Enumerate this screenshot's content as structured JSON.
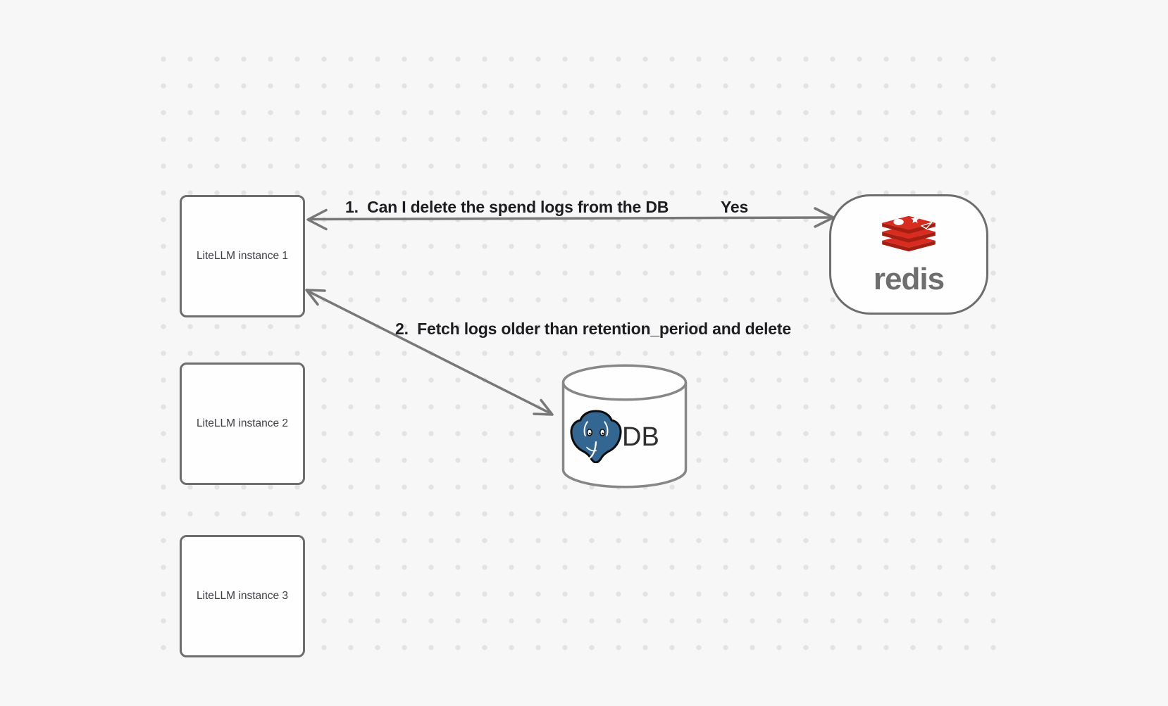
{
  "diagram": {
    "instances": [
      {
        "label": "LiteLLM instance 1"
      },
      {
        "label": "LiteLLM instance 2"
      },
      {
        "label": "LiteLLM instance 3"
      }
    ],
    "redis": {
      "wordmark": "redis"
    },
    "db": {
      "label": "DB"
    },
    "edges": {
      "redis_edge": {
        "label": "1.  Can I delete the spend logs from the DB",
        "answer": "Yes"
      },
      "db_edge": {
        "label": "2.  Fetch logs older than retention_period and delete"
      }
    }
  },
  "colors": {
    "canvas_bg": "#f7f7f7",
    "grid_dot": "#e3e3e3",
    "shape_border": "#6d6d6d",
    "arrow": "#787878",
    "edge_label_text": "#1e1e22",
    "box_label_text": "#3d3d44",
    "redis_red": "#d82c20",
    "redis_red_dark": "#a41e11",
    "redis_wordmark_gray": "#6e6e6e",
    "postgres_blue": "#336791",
    "db_text": "#2e2e2e"
  }
}
